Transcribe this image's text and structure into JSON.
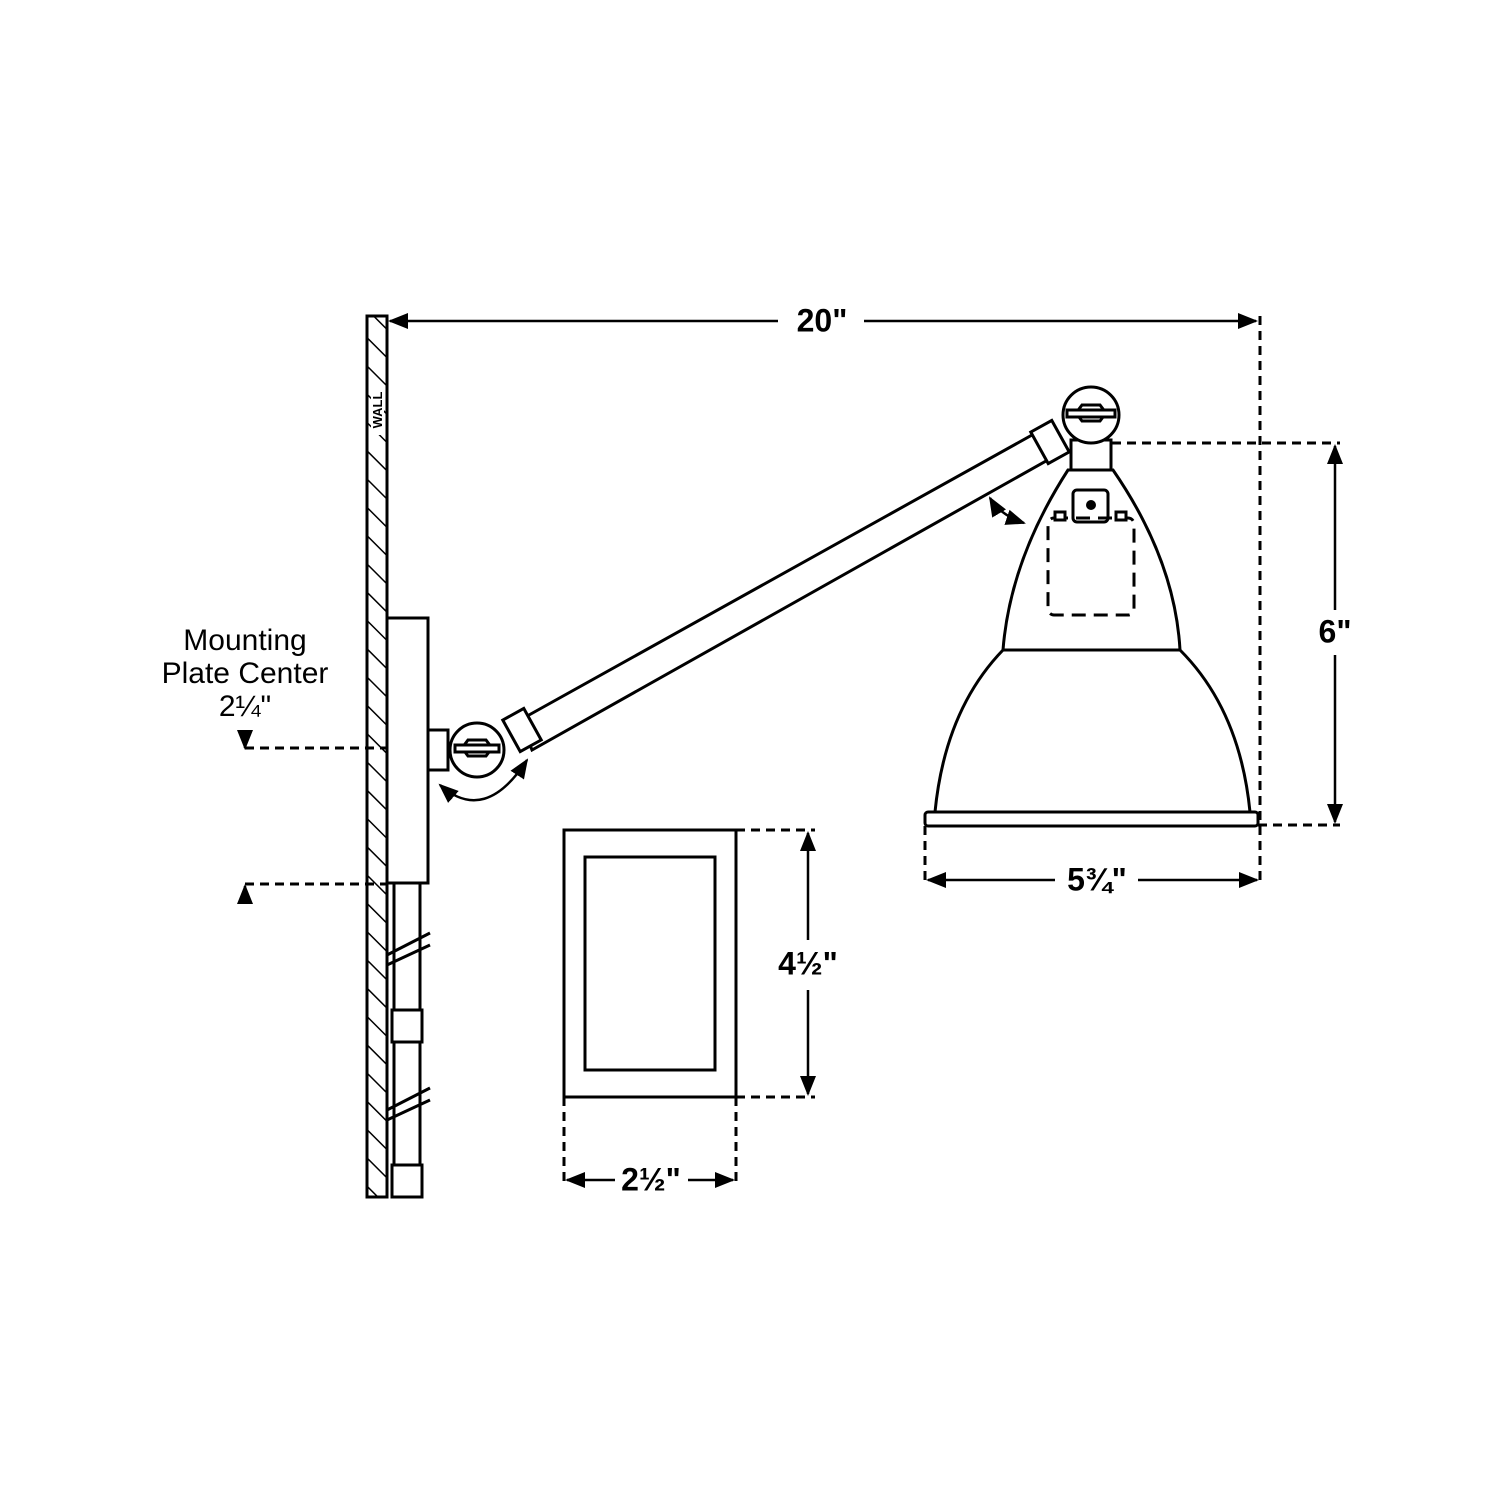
{
  "wall_label": "WALL",
  "mounting_note": {
    "line1": "Mounting",
    "line2": "Plate Center",
    "value": "2¼\""
  },
  "dimensions": {
    "overall_extension": "20\"",
    "shade_height": "6\"",
    "shade_diameter": "5¾\"",
    "backplate_height": "4½\"",
    "backplate_width": "2½\""
  }
}
